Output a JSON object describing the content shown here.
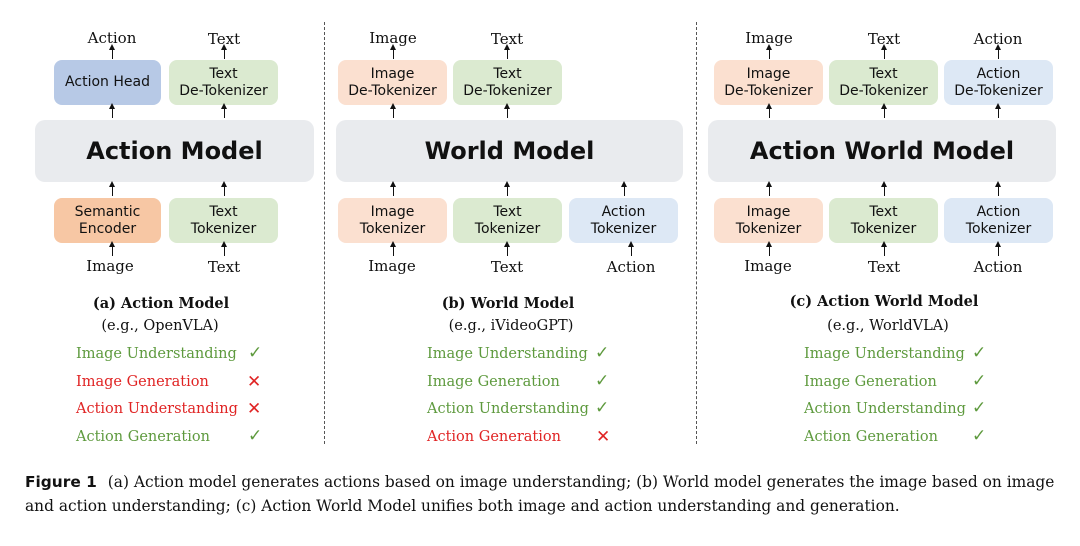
{
  "panels": [
    {
      "outputs": [
        "Action",
        "Text"
      ],
      "heads": [
        "Action Head",
        "Text\nDe-Tokenizer"
      ],
      "model": "Action Model",
      "encoders": [
        "Semantic\nEncoder",
        "Text\nTokenizer"
      ],
      "inputs": [
        "Image",
        "Text"
      ],
      "title": "(a) Action Model",
      "example": "(e.g., OpenVLA)",
      "capabilities": [
        {
          "label": "Image Understanding",
          "status": "✓",
          "supported": true
        },
        {
          "label": "Image Generation",
          "status": "✕",
          "supported": false
        },
        {
          "label": "Action Understanding",
          "status": "✕",
          "supported": false
        },
        {
          "label": "Action Generation",
          "status": "✓",
          "supported": true
        }
      ]
    },
    {
      "outputs": [
        "Image",
        "Text"
      ],
      "heads": [
        "Image\nDe-Tokenizer",
        "Text\nDe-Tokenizer"
      ],
      "model": "World Model",
      "encoders": [
        "Image\nTokenizer",
        "Text\nTokenizer",
        "Action\nTokenizer"
      ],
      "inputs": [
        "Image",
        "Text",
        "Action"
      ],
      "title": "(b) World Model",
      "example": "(e.g., iVideoGPT)",
      "capabilities": [
        {
          "label": "Image Understanding",
          "status": "✓",
          "supported": true
        },
        {
          "label": "Image Generation",
          "status": "✓",
          "supported": true
        },
        {
          "label": "Action Understanding",
          "status": "✓",
          "supported": true
        },
        {
          "label": "Action Generation",
          "status": "✕",
          "supported": false
        }
      ]
    },
    {
      "outputs": [
        "Image",
        "Text",
        "Action"
      ],
      "heads": [
        "Image\nDe-Tokenizer",
        "Text\nDe-Tokenizer",
        "Action\nDe-Tokenizer"
      ],
      "model": "Action World Model",
      "encoders": [
        "Image\nTokenizer",
        "Text\nTokenizer",
        "Action\nTokenizer"
      ],
      "inputs": [
        "Image",
        "Text",
        "Action"
      ],
      "title": "(c) Action World Model",
      "example": "(e.g., WorldVLA)",
      "capabilities": [
        {
          "label": "Image Understanding",
          "status": "✓",
          "supported": true
        },
        {
          "label": "Image Generation",
          "status": "✓",
          "supported": true
        },
        {
          "label": "Action Understanding",
          "status": "✓",
          "supported": true
        },
        {
          "label": "Action Generation",
          "status": "✓",
          "supported": true
        }
      ]
    }
  ],
  "caption": {
    "label": "Figure 1",
    "text": "(a) Action model generates actions based on image understanding; (b) World model generates the image based on image and action understanding; (c) Action World Model unifies both image and action understanding and generation."
  },
  "colors": {
    "action_head": "#b7c9e6",
    "text_box": "#dbead0",
    "semantic_encoder": "#f7c7a4",
    "image_box": "#fbe0d0",
    "action_box": "#dde8f5",
    "model_box": "#e9ebee",
    "supported": "#5e9a3e",
    "unsupported": "#e02424"
  }
}
